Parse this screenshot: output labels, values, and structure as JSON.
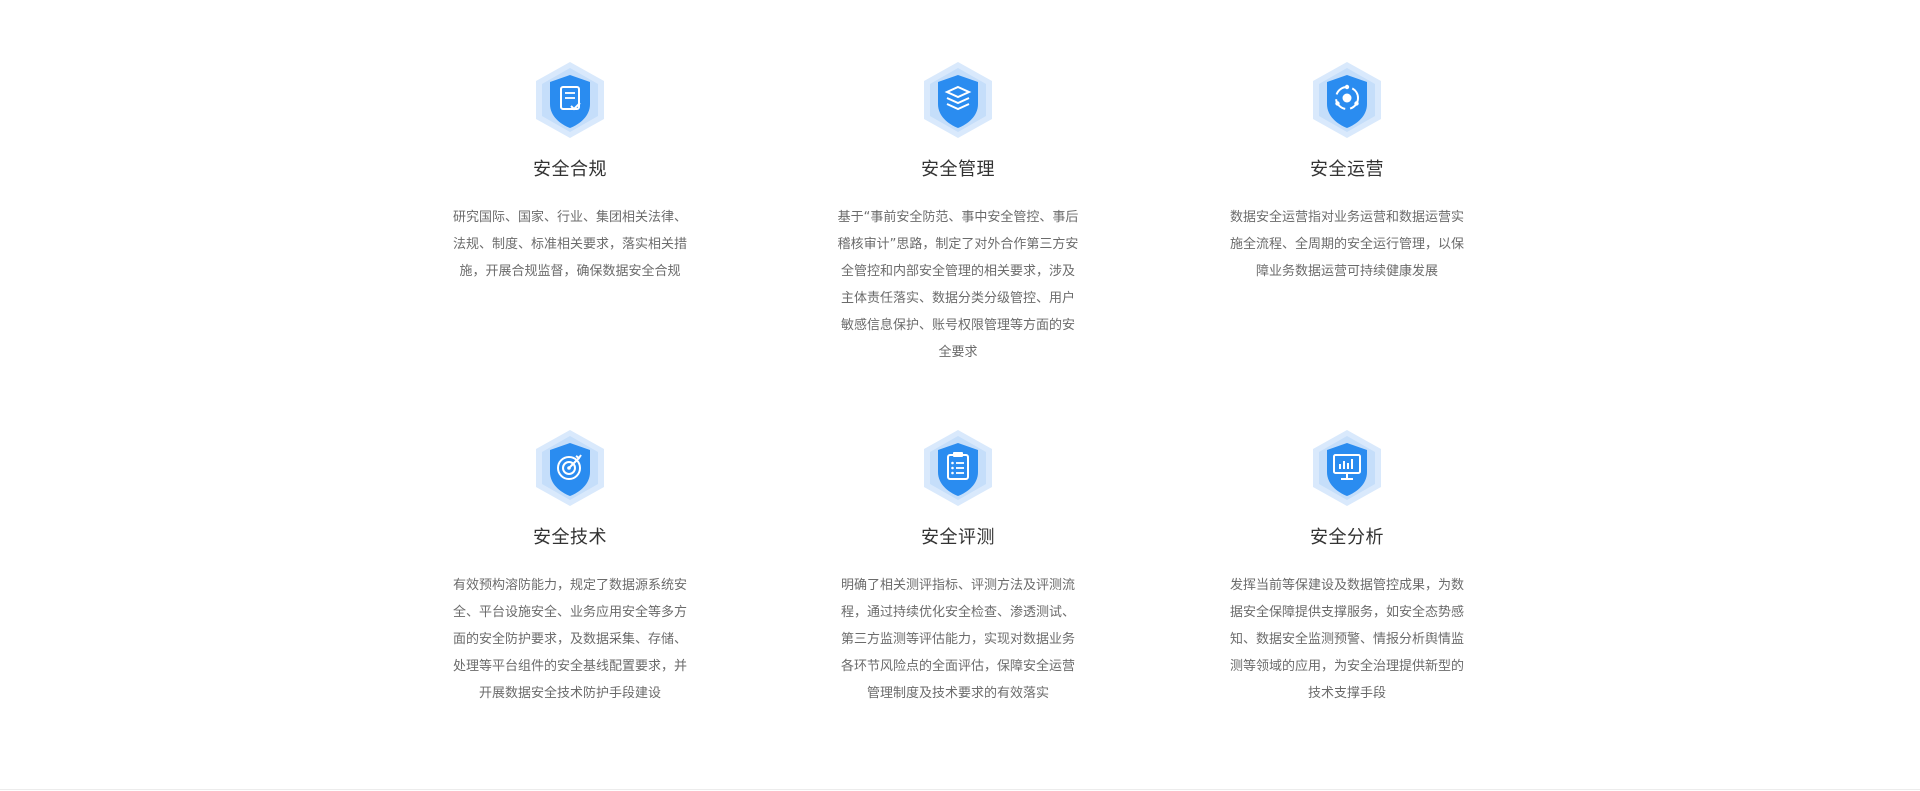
{
  "colors": {
    "hex_light": "#d9e9fc",
    "hex_mid": "#bcd8f7",
    "shield": "#2a8cf0",
    "title": "#333333",
    "text": "#6b6b6b"
  },
  "cards": [
    {
      "title": "安全合规",
      "icon": "compliance-document-icon",
      "desc": "研究国际、国家、行业、集团相关法律、法规、制度、标准相关要求，落实相关措施，开展合规监督，确保数据安全合规"
    },
    {
      "title": "安全管理",
      "icon": "layers-icon",
      "desc": "基于“事前安全防范、事中安全管控、事后稽核审计”思路，制定了对外合作第三方安全管控和内部安全管理的相关要求，涉及主体责任落实、数据分类分级管控、用户敏感信息保护、账号权限管理等方面的安全要求"
    },
    {
      "title": "安全运营",
      "icon": "operation-cycle-icon",
      "desc": "数据安全运营指对业务运营和数据运营实施全流程、全周期的安全运行管理，以保障业务数据运营可持续健康发展"
    },
    {
      "title": "安全技术",
      "icon": "target-icon",
      "desc": "有效预构溶防能力，规定了数据源系统安全、平台设施安全、业务应用安全等多方面的安全防护要求，及数据采集、存储、处理等平台组件的安全基线配置要求，并开展数据安全技术防护手段建设"
    },
    {
      "title": "安全评测",
      "icon": "checklist-clipboard-icon",
      "desc": "明确了相关测评指标、评测方法及评测流程，通过持续优化安全检查、渗透测试、第三方监测等评估能力，实现对数据业务各环节风险点的全面评估，保障安全运营管理制度及技术要求的有效落实"
    },
    {
      "title": "安全分析",
      "icon": "analytics-monitor-icon",
      "desc": "发挥当前等保建设及数据管控成果，为数据安全保障提供支撑服务，如安全态势感知、数据安全监测预警、情报分析舆情监测等领域的应用，为安全治理提供新型的技术支撑手段"
    }
  ]
}
